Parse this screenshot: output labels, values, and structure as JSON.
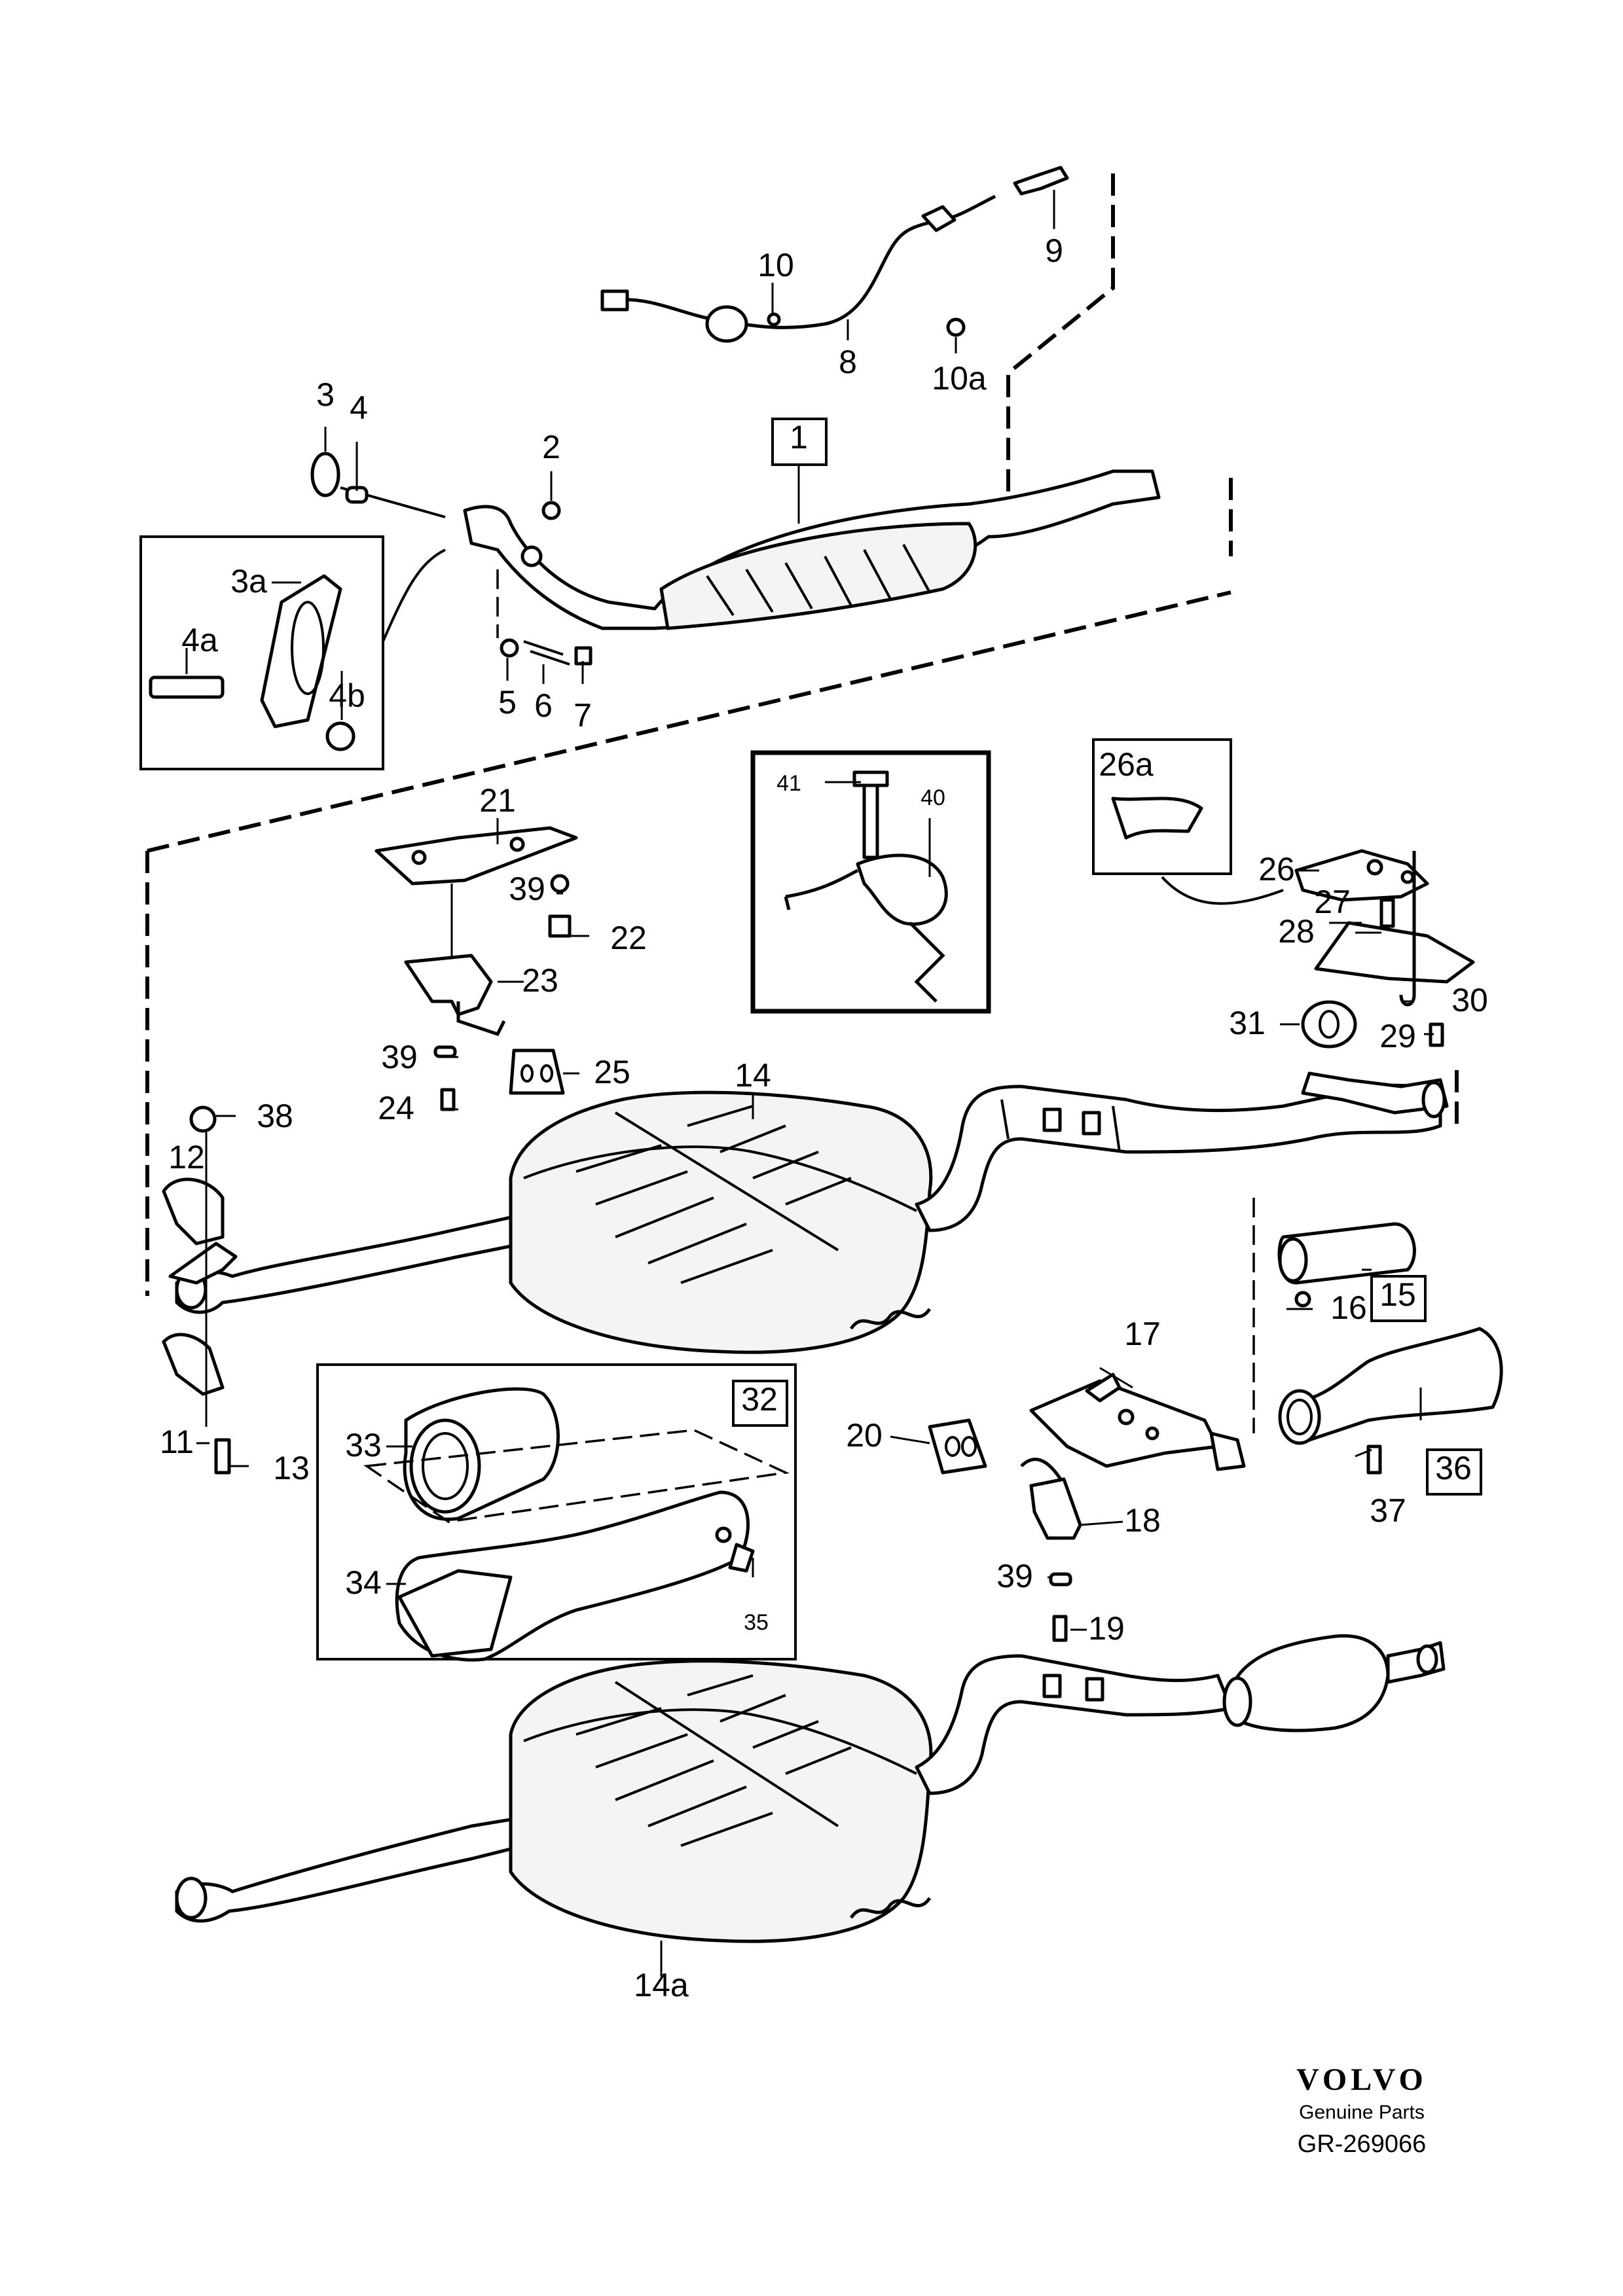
{
  "diagram": {
    "callouts": [
      "1",
      "2",
      "3",
      "3a",
      "4",
      "4a",
      "4b",
      "5",
      "6",
      "7",
      "8",
      "9",
      "10",
      "10a",
      "11",
      "12",
      "13",
      "14",
      "14a",
      "15",
      "16",
      "17",
      "18",
      "19",
      "20",
      "21",
      "22",
      "23",
      "24",
      "25",
      "26",
      "26a",
      "27",
      "28",
      "29",
      "30",
      "31",
      "32",
      "33",
      "34",
      "35",
      "36",
      "37",
      "38",
      "39",
      "40",
      "41"
    ],
    "boxed_callouts": [
      "1",
      "15",
      "32",
      "36"
    ]
  },
  "footer": {
    "brand": "VOLVO",
    "tagline": "Genuine Parts",
    "code": "GR-269066"
  }
}
